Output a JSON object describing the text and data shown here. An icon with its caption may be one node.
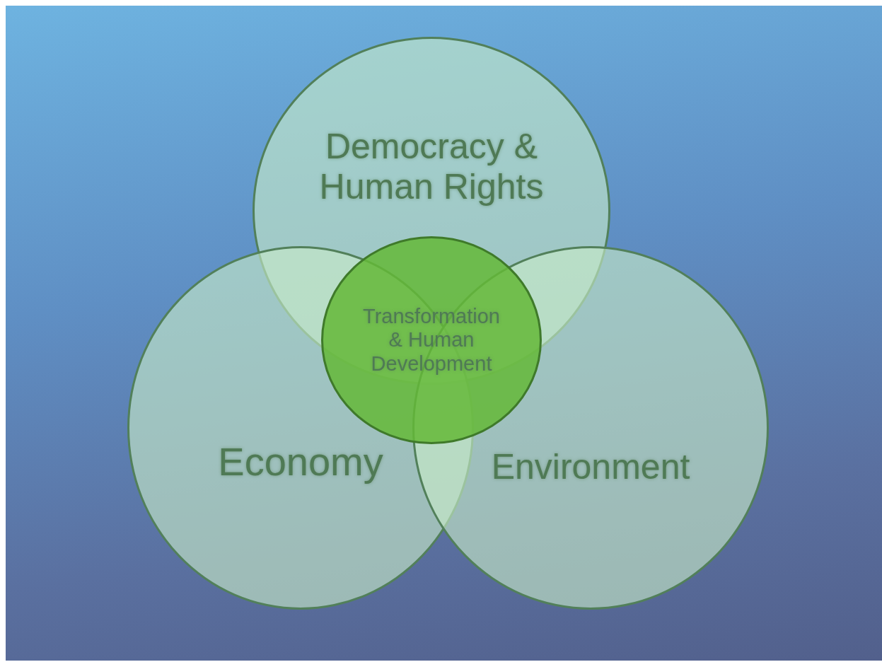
{
  "diagram": {
    "nodes": [
      {
        "text": [
          "Democracy & Human Rights"
        ]
      },
      {
        "text": [
          "Economy"
        ]
      },
      {
        "text": [
          "Environment"
        ]
      },
      {
        "text": [
          "Transformation & Human Development"
        ]
      }
    ],
    "edges": []
  }
}
